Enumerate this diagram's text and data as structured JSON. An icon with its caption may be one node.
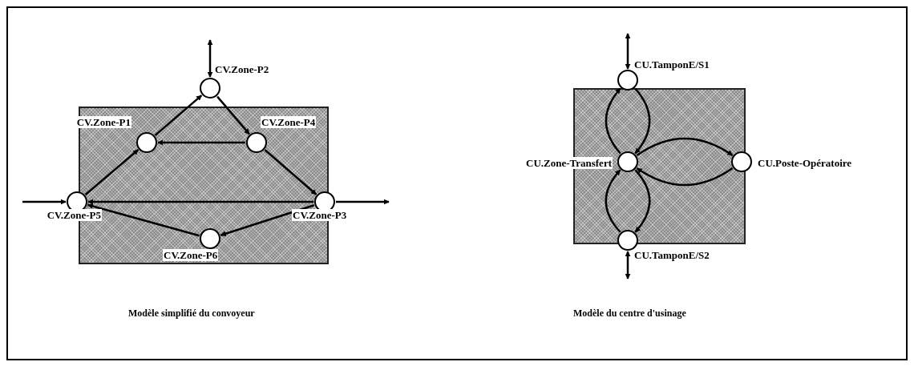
{
  "diagram": {
    "nodes": [
      {
        "text": [
          "CV.Zone-P2"
        ]
      },
      {
        "text": [
          "CV.Zone-P1"
        ]
      },
      {
        "text": [
          "CV.Zone-P4"
        ]
      },
      {
        "text": [
          "CV.Zone-P5"
        ]
      },
      {
        "text": [
          "CV.Zone-P3"
        ]
      },
      {
        "text": [
          "CV.Zone-P6"
        ]
      },
      {
        "text": [
          "CU.TamponE/S1"
        ]
      },
      {
        "text": [
          "CU.Zone-Transfert"
        ]
      },
      {
        "text": [
          "CU.Poste-Opératoire"
        ]
      },
      {
        "text": [
          "CU.TamponE/S2"
        ]
      }
    ],
    "edges": [
      {
        "from": null,
        "to": 0,
        "arrow": "both"
      },
      {
        "from": 1,
        "to": 0,
        "arrow": "to"
      },
      {
        "from": 0,
        "to": 2,
        "arrow": "to"
      },
      {
        "from": 2,
        "to": 1,
        "arrow": "to"
      },
      {
        "from": 3,
        "to": 1,
        "arrow": "to"
      },
      {
        "from": 2,
        "to": 4,
        "arrow": "to"
      },
      {
        "from": 4,
        "to": 3,
        "arrow": "to"
      },
      {
        "from": 4,
        "to": 5,
        "arrow": "to"
      },
      {
        "from": 5,
        "to": 3,
        "arrow": "to"
      },
      {
        "from": null,
        "to": 3,
        "arrow": "to"
      },
      {
        "from": 4,
        "to": null,
        "arrow": "to"
      },
      {
        "from": null,
        "to": 6,
        "arrow": "both"
      },
      {
        "from": 7,
        "to": 6,
        "arrow": "to"
      },
      {
        "from": 6,
        "to": 7,
        "arrow": "to"
      },
      {
        "from": 7,
        "to": 8,
        "arrow": "to"
      },
      {
        "from": 8,
        "to": 7,
        "arrow": "to"
      },
      {
        "from": 7,
        "to": 9,
        "arrow": "to"
      },
      {
        "from": 9,
        "to": 7,
        "arrow": "to"
      },
      {
        "from": null,
        "to": 9,
        "arrow": "both"
      }
    ],
    "labels": [
      "Modèle simplifié du convoyeur",
      "Modèle du centre d'usinage"
    ]
  }
}
